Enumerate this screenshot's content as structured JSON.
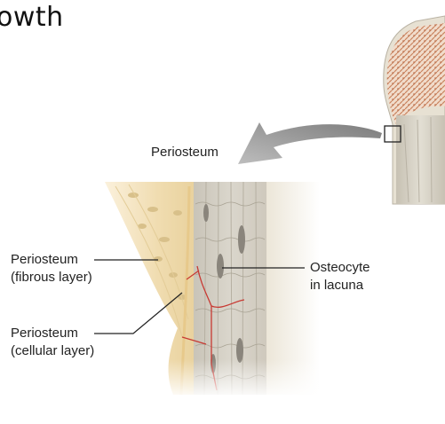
{
  "slide": {
    "title": "owth"
  },
  "figure": {
    "labels": {
      "periosteum_top": "Periosteum",
      "fibrous": [
        "Periosteum",
        "(fibrous layer)"
      ],
      "cellular": [
        "Periosteum",
        "(cellular layer)"
      ],
      "osteocyte": [
        "Osteocyte",
        "in lacuna"
      ]
    },
    "colors": {
      "bone_gray": "#d5d0c4",
      "spongy_red": "#c9835e",
      "periosteum_tan": "#efd9ae",
      "vessel_red": "#c83a33",
      "arrow_gray": "#a8a8a8"
    }
  }
}
